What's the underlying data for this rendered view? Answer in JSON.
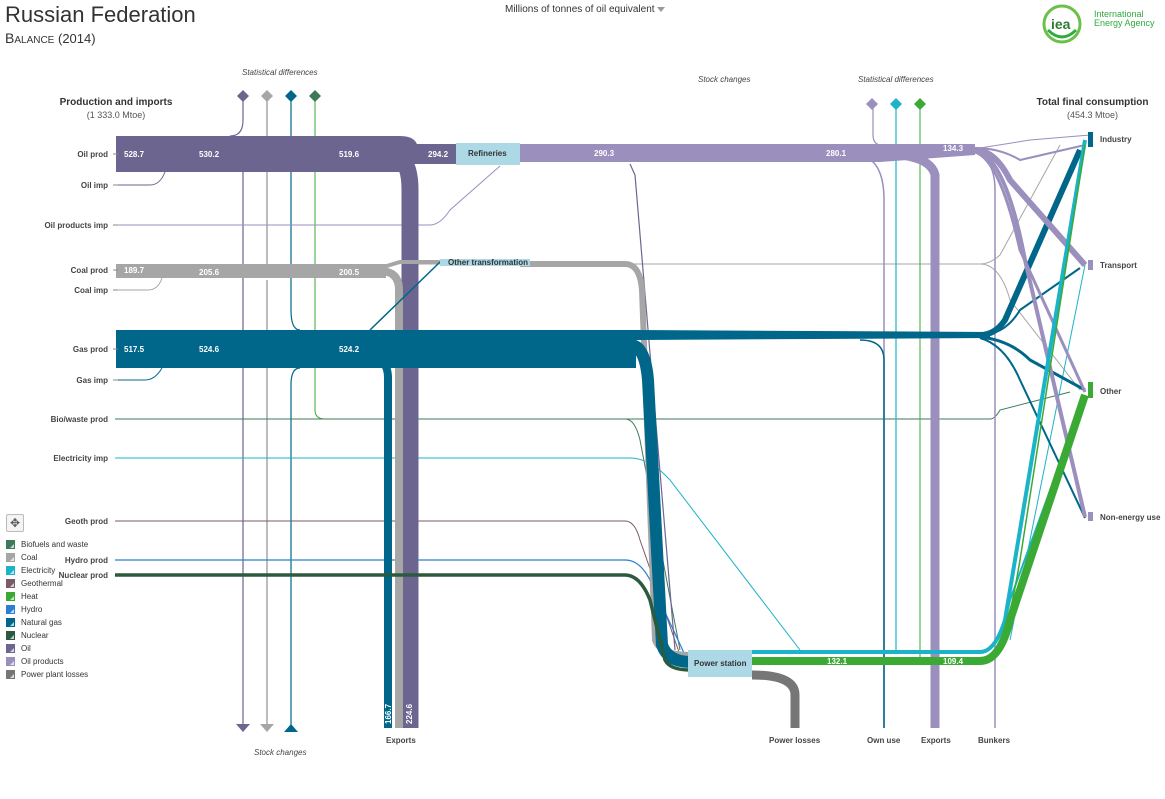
{
  "header": {
    "title": "Russian Federation",
    "subtitle_prefix": "Balance",
    "subtitle_year": "(2014)",
    "units": "Millions of tonnes of oil equivalent"
  },
  "logo": {
    "mark": "iea",
    "line1": "International",
    "line2": "Energy Agency"
  },
  "left_heading": {
    "title": "Production and imports",
    "total": "(1 333.0 Mtoe)"
  },
  "right_heading": {
    "title": "Total final consumption",
    "total": "(454.3 Mtoe)"
  },
  "top_labels": {
    "stat_diff_left": "Statistical differences",
    "stock_changes_top": "Stock changes",
    "stat_diff_right": "Statistical differences",
    "stock_changes_bottom": "Stock changes"
  },
  "sources": [
    "Oil prod",
    "Oil imp",
    "Oil products imp",
    "Coal prod",
    "Coal imp",
    "Gas prod",
    "Gas imp",
    "Bio/waste prod",
    "Electricity imp",
    "Geoth prod",
    "Hydro prod",
    "Nuclear prod"
  ],
  "nodes": {
    "refineries": "Refineries",
    "other_transformation": "Other transformation",
    "power_station": "Power station"
  },
  "sinks": [
    "Industry",
    "Transport",
    "Other",
    "Non-energy use"
  ],
  "bottom_labels": [
    "Exports",
    "Power losses",
    "Own use",
    "Exports",
    "Bunkers"
  ],
  "flow_values": {
    "oil_prod": "528.7",
    "oil_after_stat": "530.2",
    "oil_after_stock": "519.6",
    "oil_to_refineries": "294.2",
    "refined_out": "290.3",
    "refined_after_exports": "280.1",
    "oil_products_fin": "134.3",
    "coal_prod": "189.7",
    "coal_after_stat": "205.6",
    "coal_after_stock": "200.5",
    "gas_prod": "517.5",
    "gas_after_stat": "524.6",
    "gas_after_stock": "524.2",
    "gas_exports": "166.7",
    "oil_exports": "224.6",
    "power_out": "132.1",
    "heat_fin": "109.4"
  },
  "legend": [
    {
      "label": "Biofuels and waste",
      "color": "#3e7a5a"
    },
    {
      "label": "Coal",
      "color": "#a6a6a6"
    },
    {
      "label": "Electricity",
      "color": "#1bb3c8"
    },
    {
      "label": "Geothermal",
      "color": "#7a5a6a"
    },
    {
      "label": "Heat",
      "color": "#3aaa35"
    },
    {
      "label": "Hydro",
      "color": "#2a7fd4"
    },
    {
      "label": "Natural gas",
      "color": "#00678a"
    },
    {
      "label": "Nuclear",
      "color": "#2b5a3e"
    },
    {
      "label": "Oil",
      "color": "#6b6590"
    },
    {
      "label": "Oil products",
      "color": "#9a8fbd"
    },
    {
      "label": "Power plant losses",
      "color": "#767676"
    }
  ],
  "colors": {
    "oil": "#6b6590",
    "oil_products": "#9a8fbd",
    "coal": "#a6a6a6",
    "gas": "#00678a",
    "electricity": "#1bb3c8",
    "heat": "#3aaa35",
    "losses": "#767676",
    "bio": "#3e7a5a",
    "nuclear": "#2b5a3e",
    "hydro": "#2a7fd4",
    "geo": "#7a5a6a",
    "node": "#add8e6"
  }
}
